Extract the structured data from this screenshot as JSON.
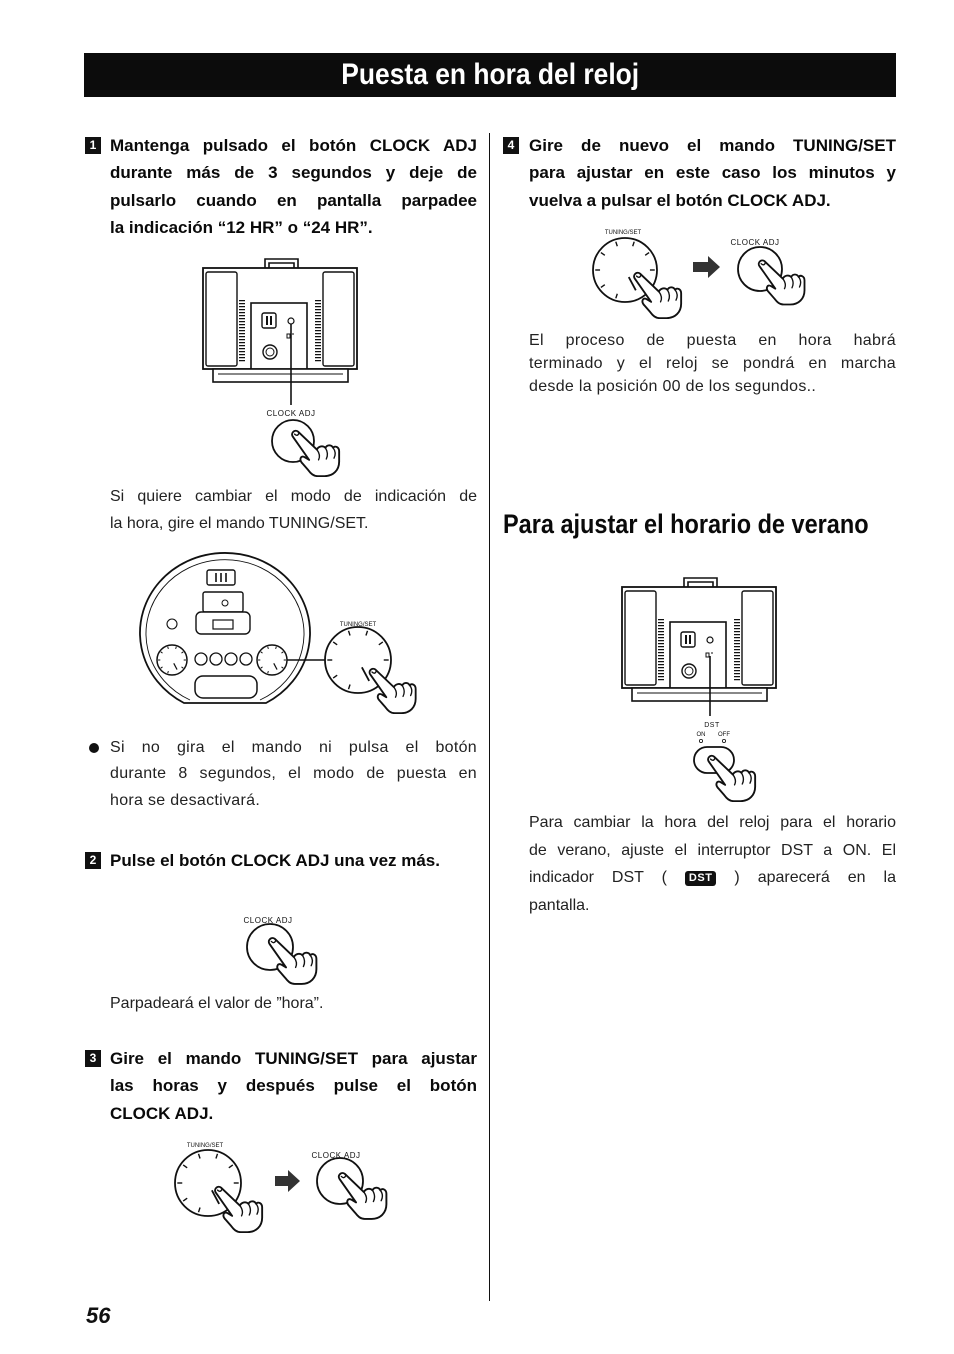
{
  "page": {
    "title": "Puesta en hora del reloj",
    "number": "56"
  },
  "step1": {
    "badge": "1",
    "lines": [
      "Mantenga pulsado el botón CLOCK ADJ",
      "durante más de 3 segundos y deje de",
      "pulsarlo cuando en pantalla parpadee",
      "la indicación “12 HR” o “24 HR”."
    ]
  },
  "illustration1": {
    "clock_adj_label": "CLOCK ADJ"
  },
  "para_mode": {
    "lines": [
      "Si quiere cambiar el modo de indicación de",
      "la hora, gire el mando TUNING/SET."
    ]
  },
  "illustration2": {
    "tuning_set_label": "TUNING/SET"
  },
  "bullet": {
    "lines": [
      "Si no gira el mando ni pulsa el botón",
      "durante 8 segundos, el modo de puesta en",
      "hora se desactivará."
    ]
  },
  "step2": {
    "badge": "2",
    "text": "Pulse el botón CLOCK ADJ una vez más."
  },
  "illustration3": {
    "clock_adj_label": "CLOCK ADJ"
  },
  "para_hour": "Parpadeará el valor de ”hora”.",
  "step3": {
    "badge": "3",
    "lines": [
      "Gire el mando TUNING/SET para ajustar",
      "las horas y después pulse el botón",
      "CLOCK ADJ."
    ]
  },
  "illustration4": {
    "tuning_set_label": "TUNING/SET",
    "clock_adj_label": "CLOCK ADJ"
  },
  "step4": {
    "badge": "4",
    "lines": [
      "Gire de nuevo el mando TUNING/SET",
      "para ajustar en este caso los minutos y",
      "vuelva a pulsar el botón CLOCK ADJ."
    ]
  },
  "illustration5": {
    "tuning_set_label": "TUNING/SET",
    "clock_adj_label": "CLOCK ADJ"
  },
  "para_done": {
    "lines": [
      "El proceso de puesta en hora habrá",
      "terminado y el reloj se pondrá en marcha",
      "desde la posición 00 de los segundos.."
    ]
  },
  "dst_section": {
    "heading": "Para ajustar el horario de verano",
    "illustration": {
      "dst_label": "DST",
      "on_label": "ON",
      "off_label": "OFF"
    },
    "para": {
      "line1": "Para cambiar la hora del reloj para el horario",
      "line2": "de verano, ajuste el interruptor DST a ON. El",
      "line3_before": "indicador DST (",
      "indicator": "DST",
      "line3_after": ") aparecerá en la",
      "line4": "pantalla."
    }
  }
}
